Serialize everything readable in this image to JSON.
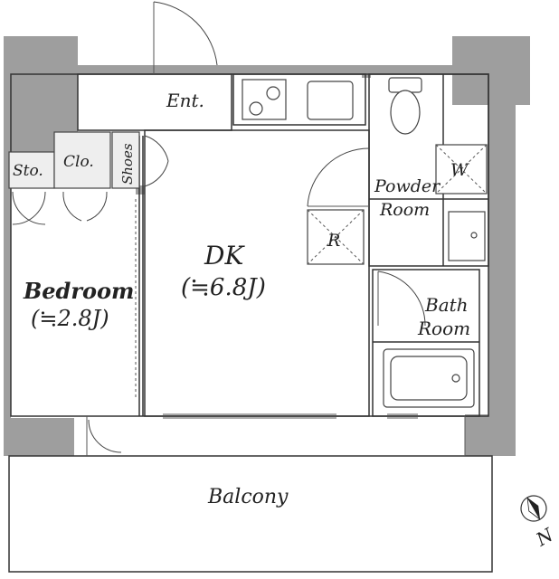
{
  "rooms": {
    "entrance": "Ent.",
    "storage": "Sto.",
    "closet": "Clo.",
    "shoes": "Shoes",
    "powder_room_line1": "Powder",
    "powder_room_line2": "Room",
    "washer": "W",
    "refrigerator": "R",
    "dk_name": "DK",
    "dk_size": "(≒6.8J)",
    "bedroom_name": "Bedroom",
    "bedroom_size": "(≒2.8J)",
    "bath_line1": "Bath",
    "bath_line2": "Room",
    "balcony": "Balcony"
  },
  "compass": {
    "north_label": "N"
  },
  "colors": {
    "wall": "#9e9e9e",
    "line": "#333333",
    "background": "#ffffff"
  }
}
